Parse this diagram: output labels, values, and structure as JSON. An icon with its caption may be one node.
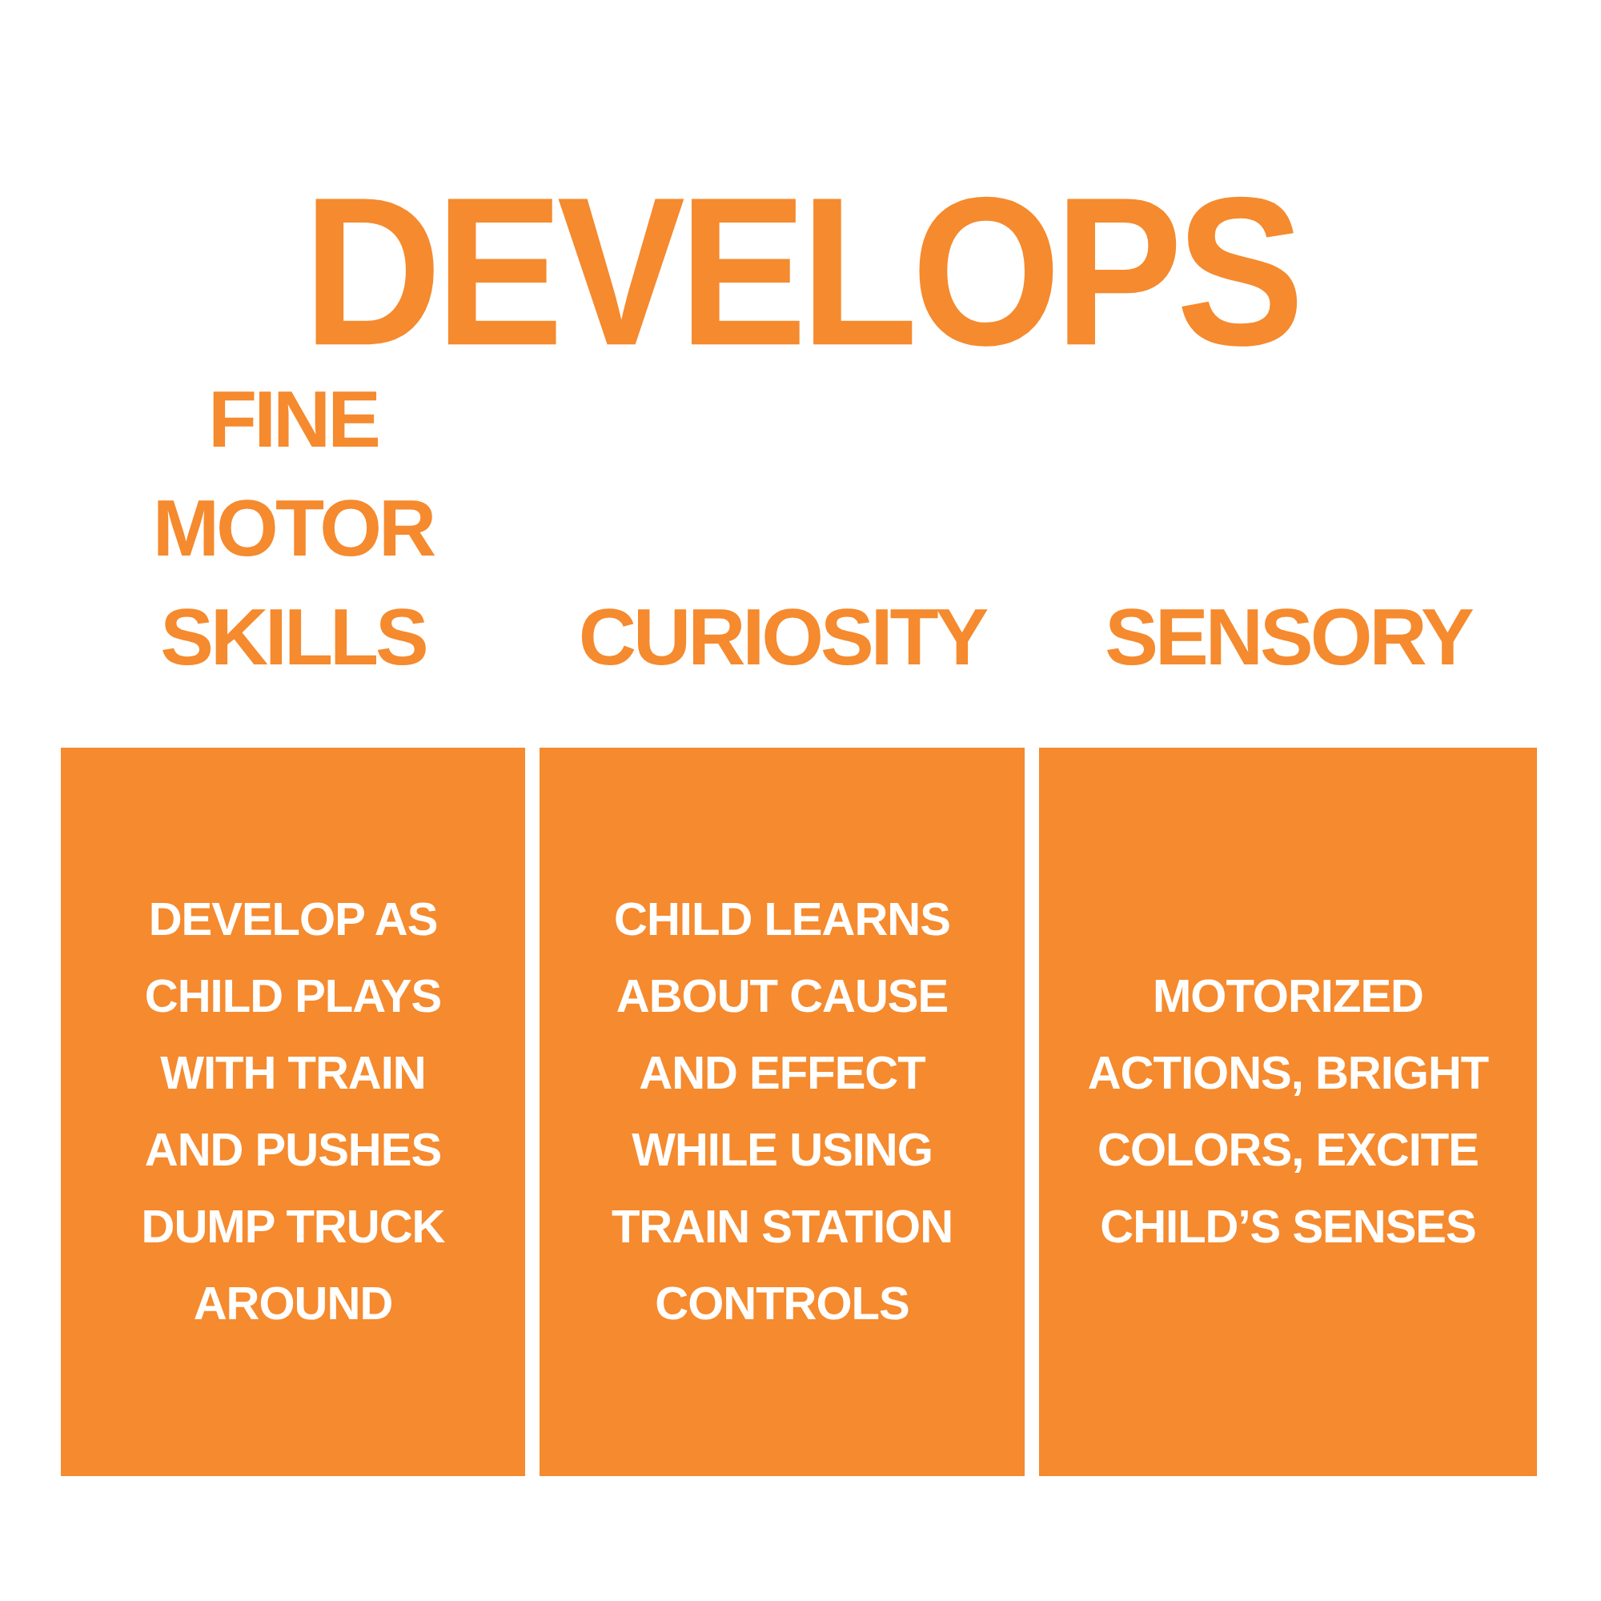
{
  "diagram": {
    "title": "DEVELOPS",
    "nodes": [
      {
        "text": [
          "FINE MOTOR SKILLS",
          "DEVELOP AS CHILD PLAYS WITH TRAIN AND PUSHES DUMP TRUCK AROUND"
        ]
      },
      {
        "text": [
          "CURIOSITY",
          "CHILD LEARNS ABOUT CAUSE AND EFFECT WHILE USING TRAIN STATION CONTROLS"
        ]
      },
      {
        "text": [
          "SENSORY",
          "MOTORIZED ACTIONS, BRIGHT COLORS, EXCITE CHILD’S SENSES"
        ]
      }
    ]
  }
}
